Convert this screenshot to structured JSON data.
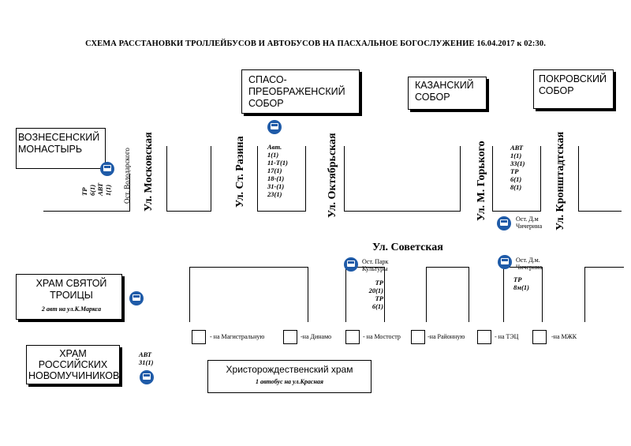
{
  "title": "СХЕМА РАССТАНОВКИ ТРОЛЛЕЙБУСОВ И АВТОБУСОВ НА ПАСХАЛЬНОЕ БОГОСЛУЖЕНИЕ 16.04.2017 к 02:30.",
  "landmarks": {
    "voznesensky": "Вознесенский монастырь",
    "spaso": "Спасо-преображенский собор",
    "kazansky": "Казанский собор",
    "pokrovsky": "Покровский собор",
    "troitsy": "Храм Святой Троицы",
    "troitsy_note": "2 авт на ул.К.Маркса",
    "novomuchenikov": "Храм Российских Новомучиников",
    "rozhdestvensky": "Христорождественский храм",
    "rozhdestvensky_note": "1 автобус на ул.Краснaя"
  },
  "streets": {
    "moskovskaya": "Ул. Московская",
    "razina": "Ул. Ст. Разина",
    "oktyabrskaya": "Ул. Октябрьская",
    "gorkogo": "Ул. М. Горького",
    "kronshtadtskaya": "Ул. Кронштадтская",
    "sovetskaya": "Ул. Советская"
  },
  "stops": {
    "volodarskogo": "Ост. Володарского",
    "chicherina_top": [
      "Ост. Д.м",
      "Чичерина"
    ],
    "park_kultury": [
      "Ост. Парк",
      "Культуры"
    ],
    "chicherina_bottom": [
      "Ост. Д.м.",
      "Чичерина"
    ]
  },
  "route_groups": {
    "volodarskogo": [
      "ТР",
      "6(1)",
      "АВТ",
      "1(1)"
    ],
    "razina": [
      "Авт.",
      "1(1)",
      "11-Т(1)",
      "17(1)",
      "18-(1)",
      "31-(1)",
      "23(1)"
    ],
    "gorkogo": [
      "АВТ",
      "1(1)",
      "33(1)",
      "ТР",
      "6(1)",
      "8(1)"
    ],
    "park": [
      "ТР",
      "20(1)",
      "ТР",
      "6(1)"
    ],
    "chicherina": [
      "ТР",
      "8м(1)"
    ],
    "novomuch": [
      "АВТ",
      "31(1)"
    ]
  },
  "legend": [
    "- на Магистральную",
    "-на Динамо",
    "- на Мостостр",
    "-на Районную",
    "- на ТЭЦ",
    "-на МЖК"
  ],
  "colors": {
    "bus_icon": "#1f5ba8"
  },
  "icons": [
    "bus-stop-icon"
  ]
}
